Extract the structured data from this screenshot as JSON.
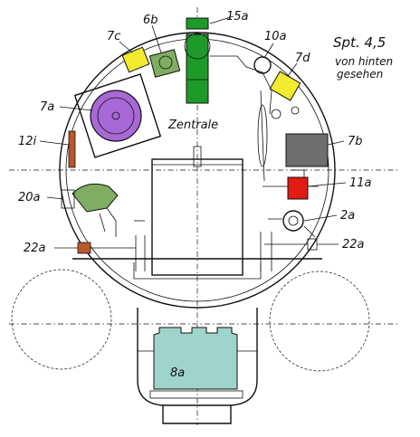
{
  "title": "Spt. 4,5",
  "subtitle_lines": [
    "von hinten",
    "gesehen"
  ],
  "center_label": "Zentrale",
  "labels": {
    "l15a": "15a",
    "l6b": "6b",
    "l7c": "7c",
    "l10a": "10a",
    "l7d": "7d",
    "l7a": "7a",
    "l12i": "12i",
    "l7b": "7b",
    "l11a": "11a",
    "l20a": "20a",
    "l2a": "2a",
    "l22a_left": "22a",
    "l22a_right": "22a",
    "l8a": "8a"
  },
  "colors": {
    "green": "#1f9a2a",
    "yellow": "#f2ea2c",
    "purple": "#a868d6",
    "gray_box": "#6e6e6e",
    "red": "#e21b14",
    "olive_green": "#7fae63",
    "rust": "#b8582c",
    "teal": "#9fd4cc",
    "light_gray": "#d7d7d7",
    "ink": "#111111"
  },
  "icons": [
    "hull-outline",
    "pump-icon",
    "valve-icon"
  ]
}
